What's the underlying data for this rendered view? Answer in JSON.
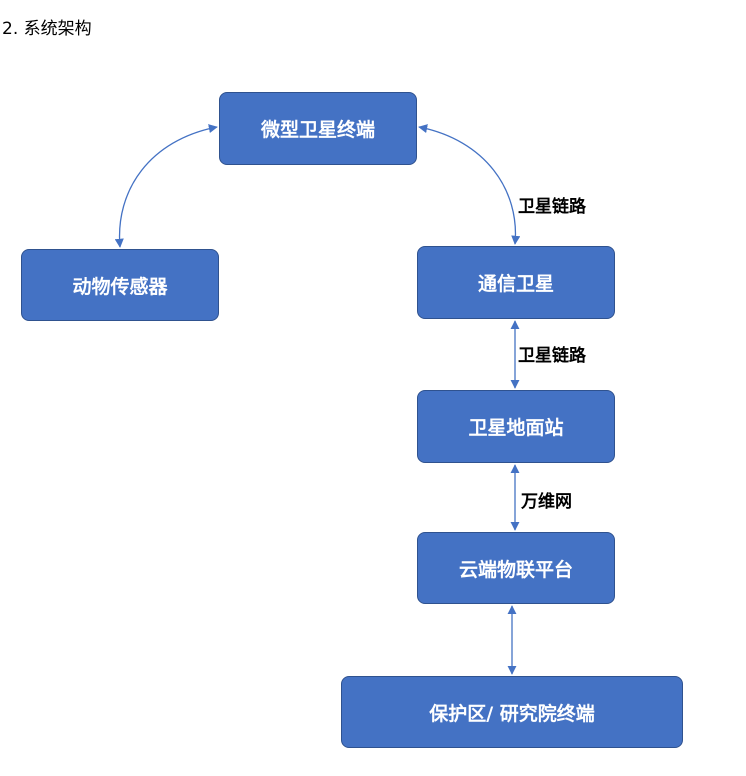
{
  "heading": "2.  系统架构",
  "colors": {
    "node_fill": "#4472c4",
    "node_border": "#2f528f",
    "connector": "#4472c4",
    "node_text": "#ffffff"
  },
  "nodes": {
    "terminal": "微型卫星终端",
    "sensor": "动物传感器",
    "satellite": "通信卫星",
    "ground_station": "卫星地面站",
    "cloud": "云端物联平台",
    "reserve": "保护区/ 研究院终端"
  },
  "edges": {
    "terminal_satellite": "卫星链路",
    "satellite_ground": "卫星链路",
    "ground_cloud": "万维网"
  }
}
